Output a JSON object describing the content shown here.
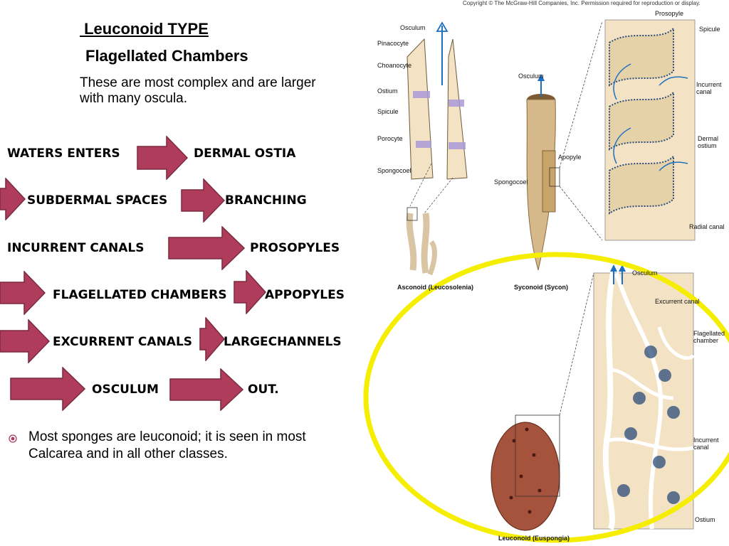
{
  "slide": {
    "title": " Leuconoid TYPE",
    "subtitle": "Flagellated Chambers",
    "description": "These are most complex and are larger with many oscula."
  },
  "flow": {
    "row1": [
      "WATERS ENTERS",
      "DERMAL OSTIA"
    ],
    "row2": [
      "SUBDERMAL SPACES",
      "BRANCHING"
    ],
    "row3": [
      "INCURRENT CANALS",
      "PROSOPYLES"
    ],
    "row4": [
      "FLAGELLATED CHAMBERS",
      "APPOPYLES"
    ],
    "row5": [
      "EXCURRENT CANALS",
      "LARGECHANNELS"
    ],
    "row6": [
      "OSCULUM",
      "OUT."
    ]
  },
  "bullet": {
    "text": "   Most sponges are leuconoid; it is seen in most Calcarea and in all other classes."
  },
  "figure": {
    "copyright": "Copyright © The McGraw-Hill Companies, Inc. Permission required for reproduction or display.",
    "asconoid_labels": [
      "Osculum",
      "Pinacocyte",
      "Choanocyte",
      "Ostium",
      "Spicule",
      "Porocyte",
      "Spongocoel"
    ],
    "asconoid_caption": "Asconoid (Leucosolenia)",
    "syconoid_labels": [
      "Osculum",
      "Spongocoel"
    ],
    "syconoid_caption": "Syconoid (Sycon)",
    "syconoid_detail_labels": [
      "Prosopyle",
      "Spicule",
      "Incurrent canal",
      "Dermal ostium",
      "Apopyle",
      "Radial canal"
    ],
    "leuconoid_labels": [
      "Osculum",
      "Excurrent canal",
      "Flagellated chamber",
      "Incurrent canal",
      "Ostium"
    ],
    "leuconoid_caption": "Leuconoid (Euspongia)"
  },
  "colors": {
    "arrow_fill": "#b03c5c",
    "arrow_stroke": "#7a2a40",
    "highlight_ring": "#f5ee00",
    "tissue": "#f3e3c4",
    "water_flow": "#1f6fc0",
    "bullet": "#b03c5c"
  }
}
